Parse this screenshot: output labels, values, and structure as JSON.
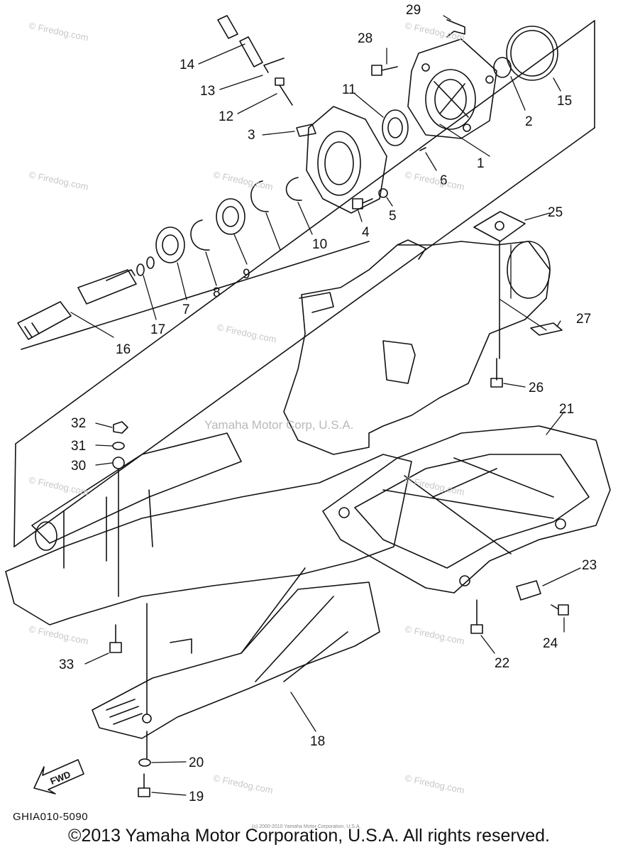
{
  "diagram": {
    "reference_code": "GHIA010-5090",
    "copyright": "©2013 Yamaha Motor Corporation, U.S.A. All rights reserved.",
    "tiny_credit": "(c) 2000-2010 Yamaha Motor Corporation, U.S.A.",
    "center_watermark": "Yamaha Motor Corp, U.S.A.",
    "site_watermark": "© Firedog.com",
    "fwd_label": "FWD",
    "callouts": [
      "1",
      "2",
      "3",
      "4",
      "5",
      "6",
      "7",
      "8",
      "9",
      "10",
      "11",
      "12",
      "13",
      "14",
      "15",
      "16",
      "17",
      "18",
      "19",
      "20",
      "21",
      "22",
      "23",
      "24",
      "25",
      "26",
      "27",
      "28",
      "29",
      "30",
      "31",
      "32",
      "33"
    ]
  }
}
